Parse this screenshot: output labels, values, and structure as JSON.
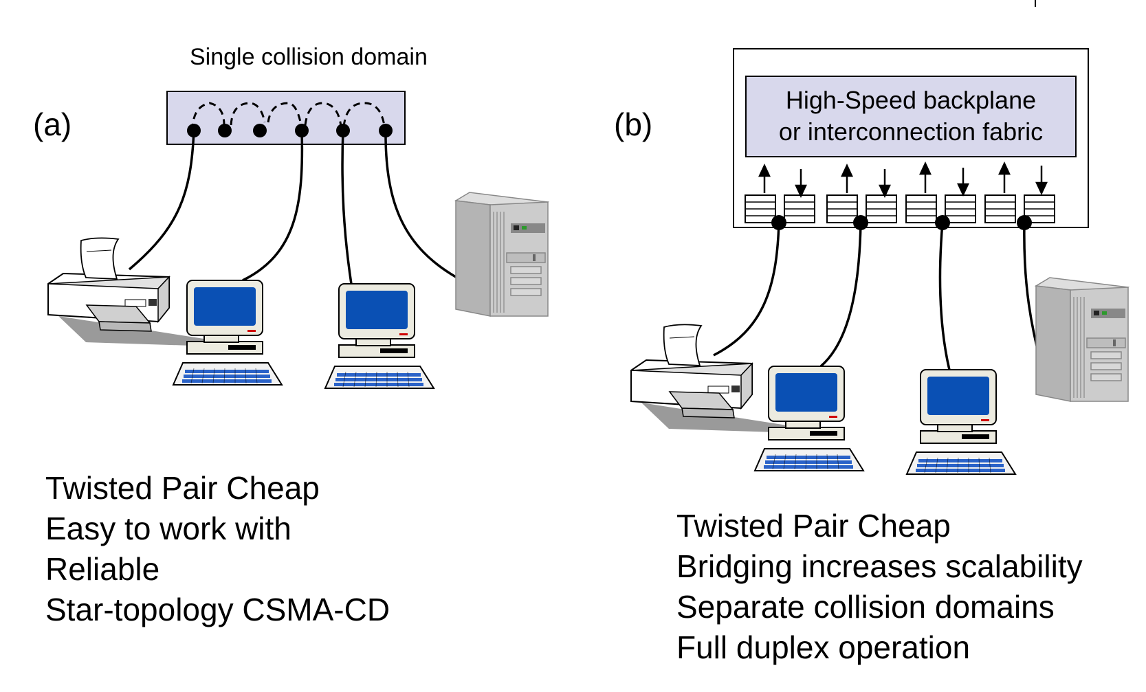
{
  "panel_a": {
    "label": "(a)",
    "hub_caption": "Single collision domain",
    "hub_color": "#d8d8ec",
    "points": [
      "Twisted Pair Cheap",
      "Easy to work with",
      "Reliable",
      "Star-topology CSMA-CD"
    ]
  },
  "panel_b": {
    "label": "(b)",
    "fabric_line1": "High-Speed backplane",
    "fabric_line2": "or interconnection fabric",
    "fabric_color": "#d8d8ec",
    "points": [
      "Twisted Pair Cheap",
      "Bridging increases scalability",
      "Separate collision domains",
      "Full duplex operation"
    ]
  },
  "device_colors": {
    "screen": "#0a50b4",
    "monitor_body": "#ecebe0",
    "keyboard_keys": "#2a62c8",
    "tower": "#c0c0c0"
  }
}
